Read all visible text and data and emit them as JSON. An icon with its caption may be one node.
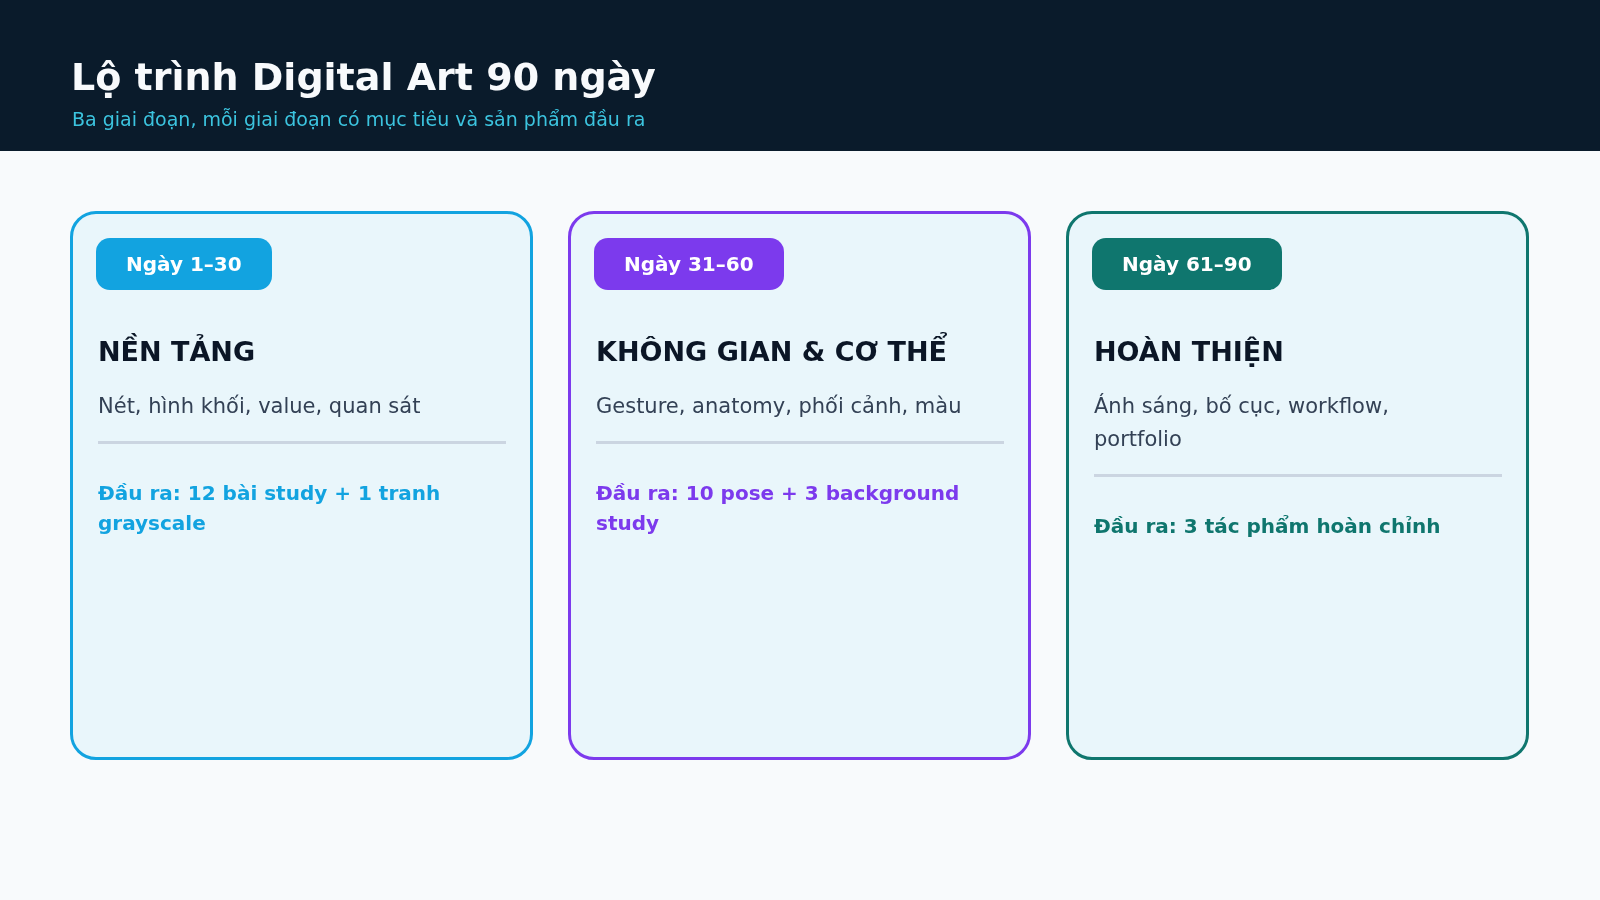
{
  "diagram": {
    "title": "Lộ trình Digital Art 90 ngày",
    "nodes": [
      {
        "text": [
          "NỀN TẢNG",
          "Nét, hình khối, value, quan sát",
          "Đầu ra: 12 bài study + 1 tranh grayscale"
        ]
      },
      {
        "text": [
          "Ngày 1–30"
        ],
        "in": 0
      },
      {
        "text": [
          "KHÔNG GIAN & CƠ THỂ",
          "Gesture, anatomy, phối cảnh, màu",
          "Đầu ra: 10 pose + 3 background study"
        ]
      },
      {
        "text": [
          "Ngày 31–60"
        ],
        "in": 2
      },
      {
        "text": [
          "HOÀN THIỆN",
          "Ánh sáng, bố cục, workflow, portfolio",
          "Đầu ra: 3 tác phẩm hoàn chỉnh"
        ]
      },
      {
        "text": [
          "Ngày 61–90"
        ],
        "in": 4
      }
    ],
    "labels": [
      "Ba giai đoạn, mỗi giai đoạn có mục tiêu và sản phẩm đầu ra"
    ]
  }
}
